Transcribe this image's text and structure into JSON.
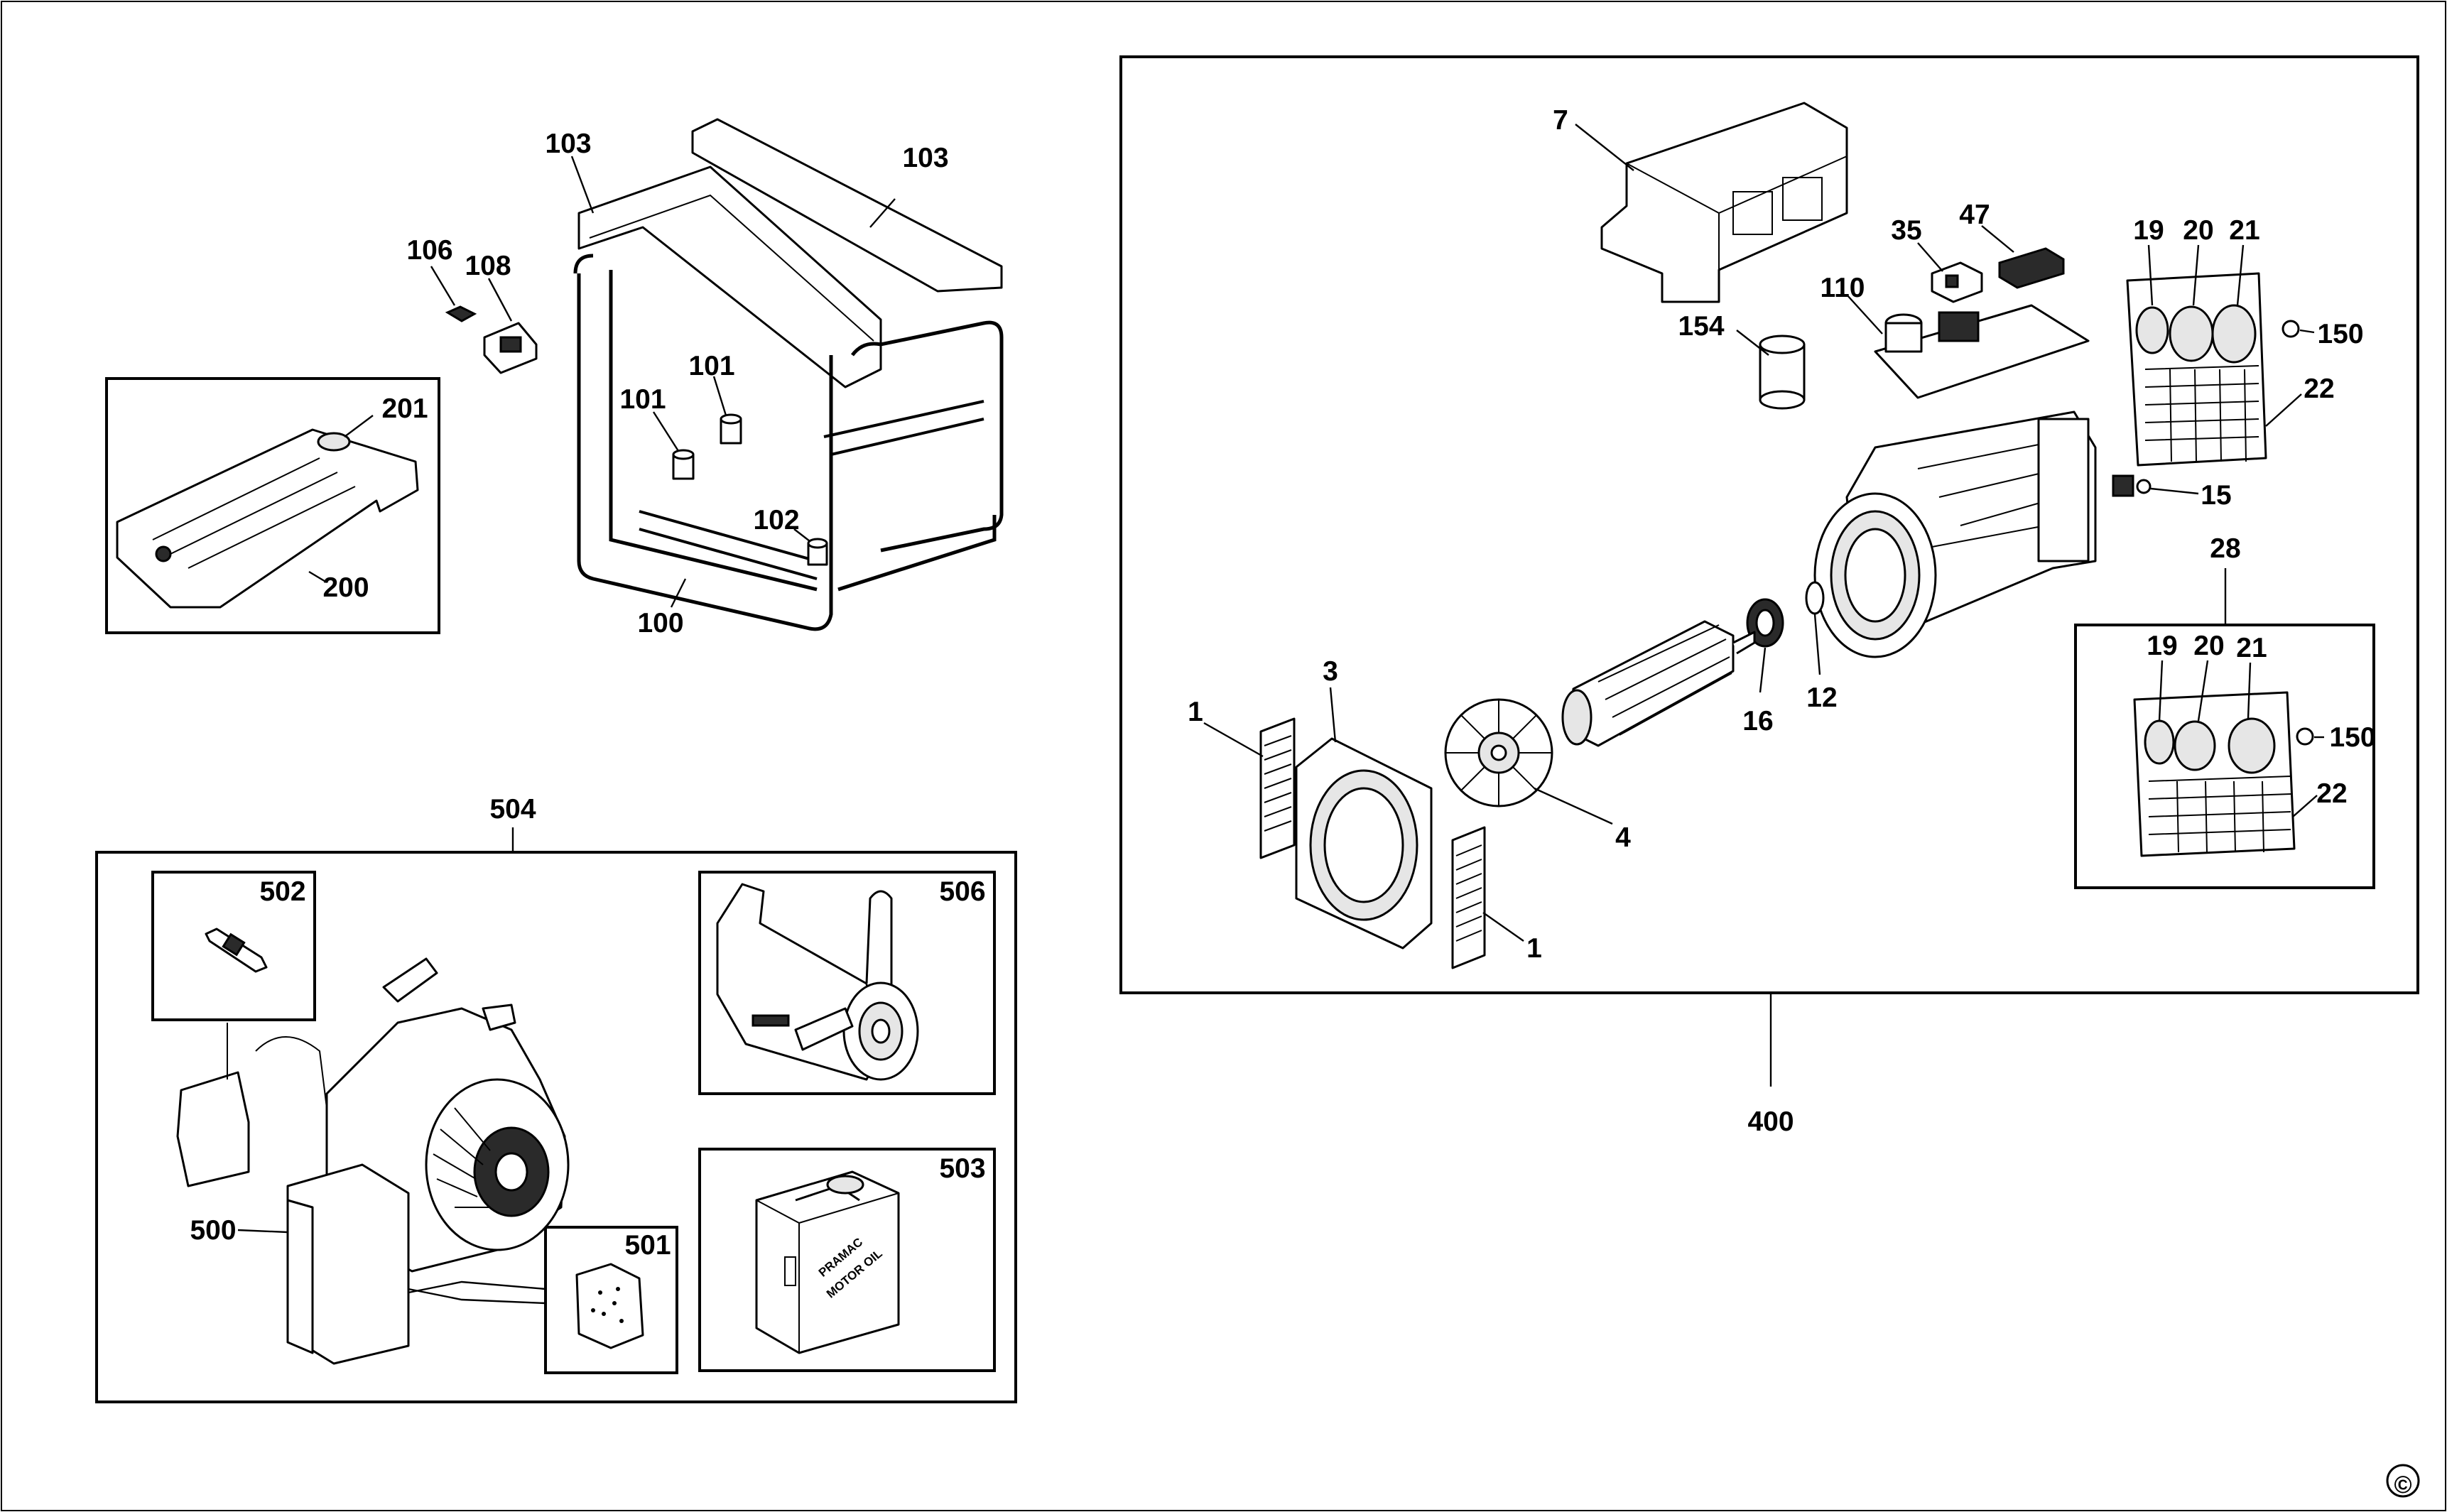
{
  "callouts": {
    "c7": "7",
    "c35": "35",
    "c47": "47",
    "c19a": "19",
    "c20a": "20",
    "c21a": "21",
    "c110": "110",
    "c154": "154",
    "c150a": "150",
    "c22a": "22",
    "c15": "15",
    "c28": "28",
    "c19b": "19",
    "c20b": "20",
    "c21b": "21",
    "c150b": "150",
    "c22b": "22",
    "c1a": "1",
    "c3": "3",
    "c4": "4",
    "c1b": "1",
    "c16": "16",
    "c12": "12",
    "c400": "400",
    "c103a": "103",
    "c103b": "103",
    "c106": "106",
    "c108": "108",
    "c101a": "101",
    "c101b": "101",
    "c102": "102",
    "c100": "100",
    "c201": "201",
    "c200": "200",
    "c504": "504",
    "c502": "502",
    "c506": "506",
    "c503": "503",
    "c500": "500",
    "c501": "501"
  },
  "oil_can": {
    "brand": "PRAMAC",
    "product": "MOTOR OIL"
  },
  "copyright": "©"
}
